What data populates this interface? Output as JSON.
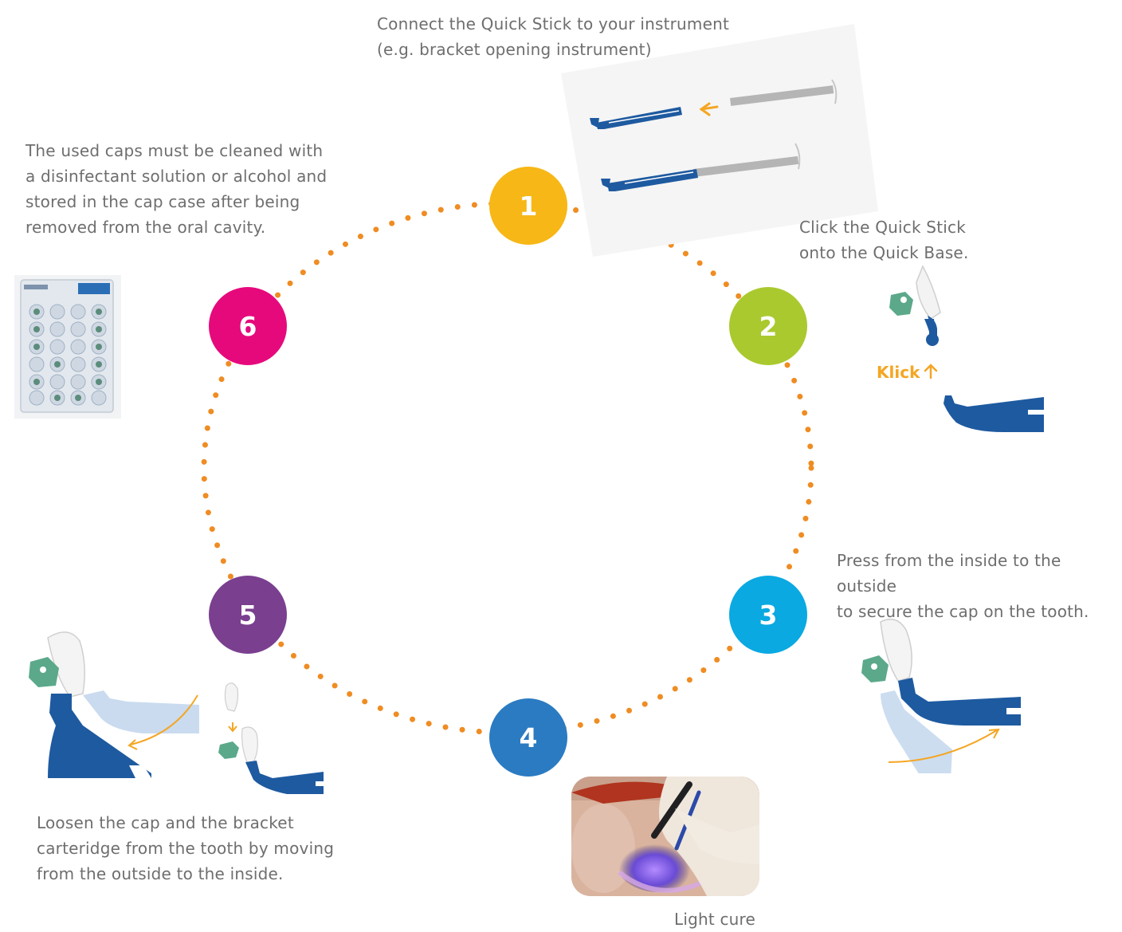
{
  "steps": [
    {
      "number": "1",
      "color": "#f7b717",
      "text": "Connect the Quick Stick to your instrument (e.g. bracket opening instrument)",
      "lines": [
        "Connect the Quick Stick to your instrument",
        "(e.g. bracket opening instrument)"
      ]
    },
    {
      "number": "2",
      "color": "#aac92f",
      "lines": [
        "Click the Quick Stick",
        "onto the Quick Base."
      ]
    },
    {
      "number": "3",
      "color": "#0aa9e1",
      "lines": [
        "Press from the inside to the outside",
        "to secure the cap on the tooth."
      ]
    },
    {
      "number": "4",
      "color": "#2a7bc2",
      "lines": [
        "Light cure"
      ]
    },
    {
      "number": "5",
      "color": "#7a3f8f",
      "lines": [
        "Loosen the cap and the bracket",
        "carteridge from the tooth by moving",
        "from the outside to the inside."
      ]
    },
    {
      "number": "6",
      "color": "#e6097c",
      "lines": [
        "The used caps must be cleaned with",
        "a disinfectant solution or alcohol and",
        "stored in the cap case after being",
        "removed from the oral cavity."
      ]
    }
  ],
  "klick_label": "Klick",
  "colors": {
    "dots": "#ef8c22",
    "instrument_blue": "#1e5aa0",
    "arrow_orange": "#f4a623",
    "cap_green": "#5ba98a"
  }
}
